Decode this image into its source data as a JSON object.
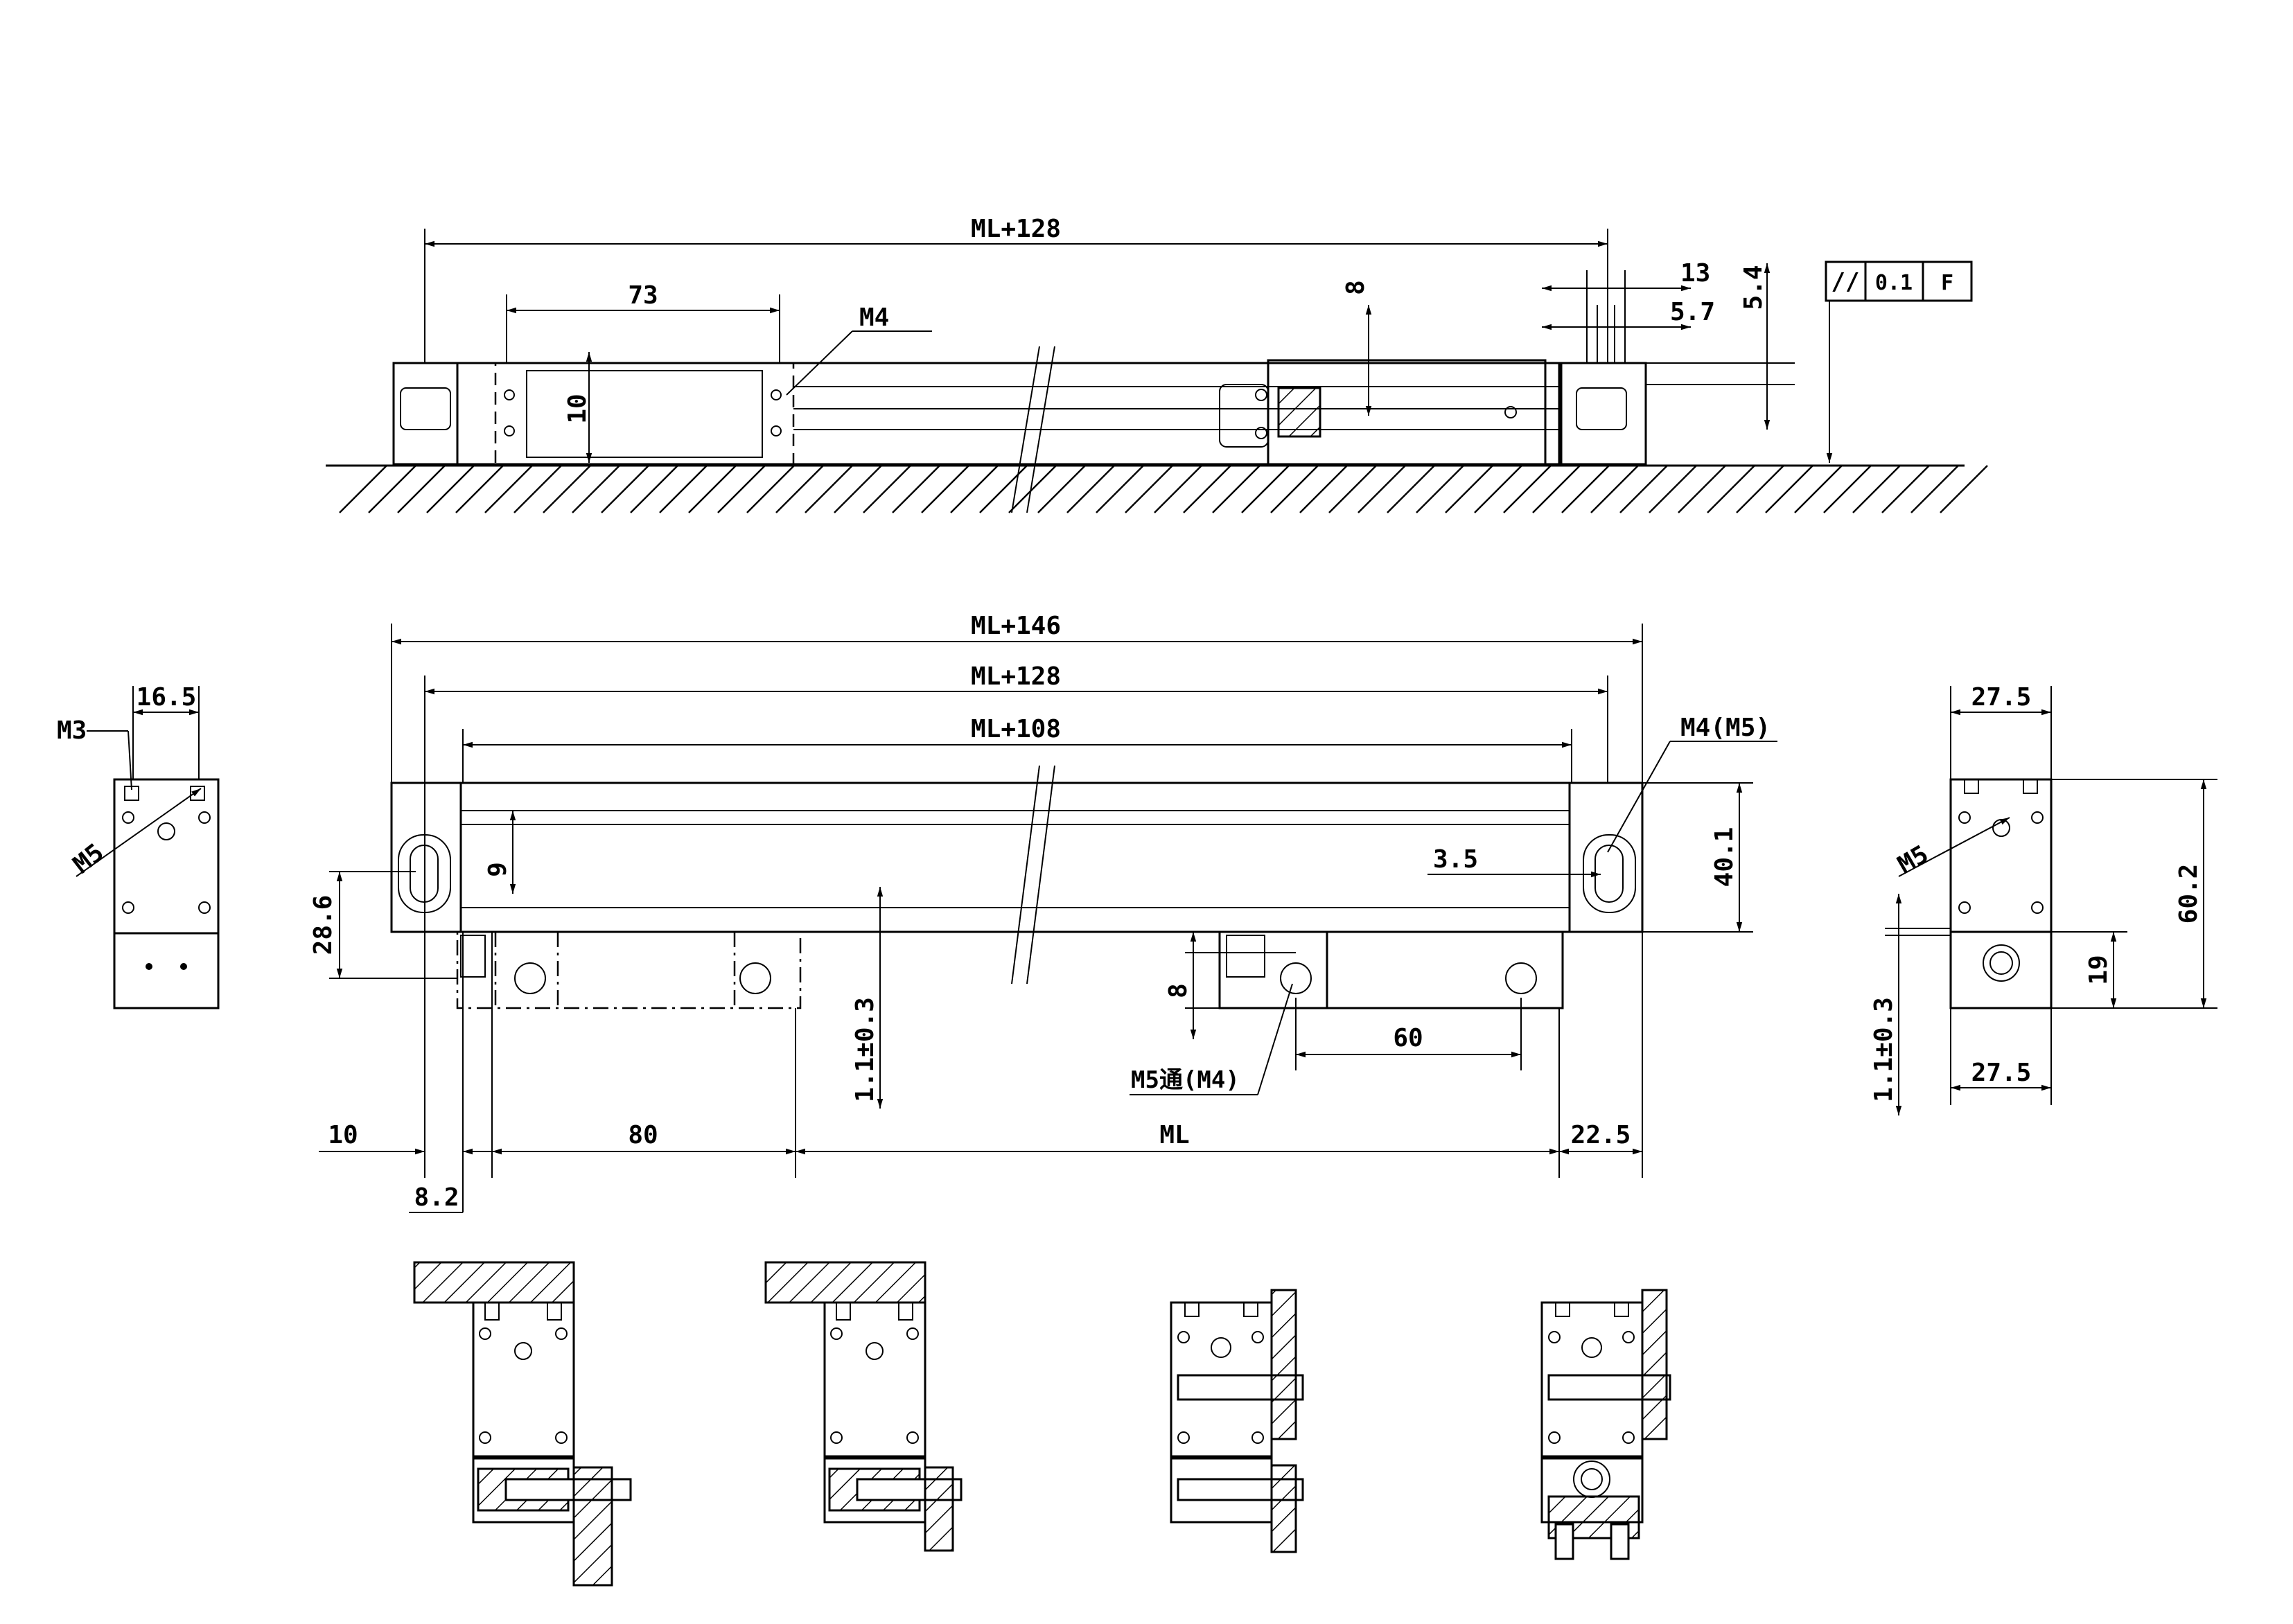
{
  "dimensions": {
    "top_overall": "ML+128",
    "top_reader": "73",
    "top_thread": "M4",
    "top_height_10": "10",
    "top_8": "8",
    "top_13": "13",
    "top_5_7": "5.7",
    "top_5_4": "5.4",
    "tolerance": {
      "symbol": "//",
      "value": "0.1",
      "datum": "F"
    },
    "mid_146": "ML+146",
    "mid_128": "ML+128",
    "mid_108": "ML+108",
    "mid_thread_m4m5": "M4(M5)",
    "mid_3_5": "3.5",
    "mid_40_1": "40.1",
    "mid_9": "9",
    "mid_28_6": "28.6",
    "mid_1_1": "1.1±0.3",
    "mid_8": "8",
    "mid_60": "60",
    "mid_m5_through": "M5通(M4)",
    "bottom_10": "10",
    "bottom_80": "80",
    "bottom_ml": "ML",
    "bottom_22_5": "22.5",
    "bottom_8_2": "8.2",
    "left_16_5": "16.5",
    "left_m3": "M3",
    "left_m5": "M5",
    "right_27_5_top": "27.5",
    "right_m5": "M5",
    "right_60_2": "60.2",
    "right_19": "19",
    "right_1_1": "1.1±0.3",
    "right_27_5_bottom": "27.5"
  }
}
